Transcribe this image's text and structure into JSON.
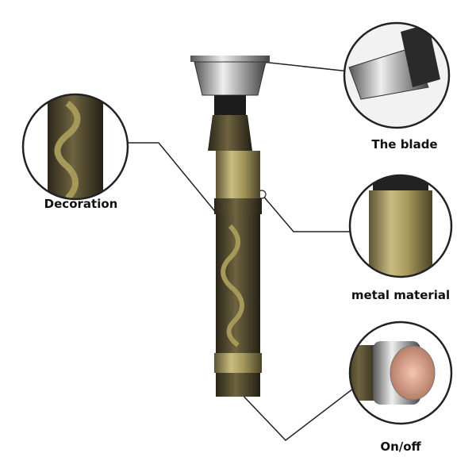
{
  "labels": {
    "blade": "The blade",
    "decoration": "Decoration",
    "metal": "metal material",
    "onoff": "On/off"
  },
  "colors": {
    "gold": "#b3a468",
    "bronze_dark": "#3a3322",
    "callout_line": "#222222"
  }
}
